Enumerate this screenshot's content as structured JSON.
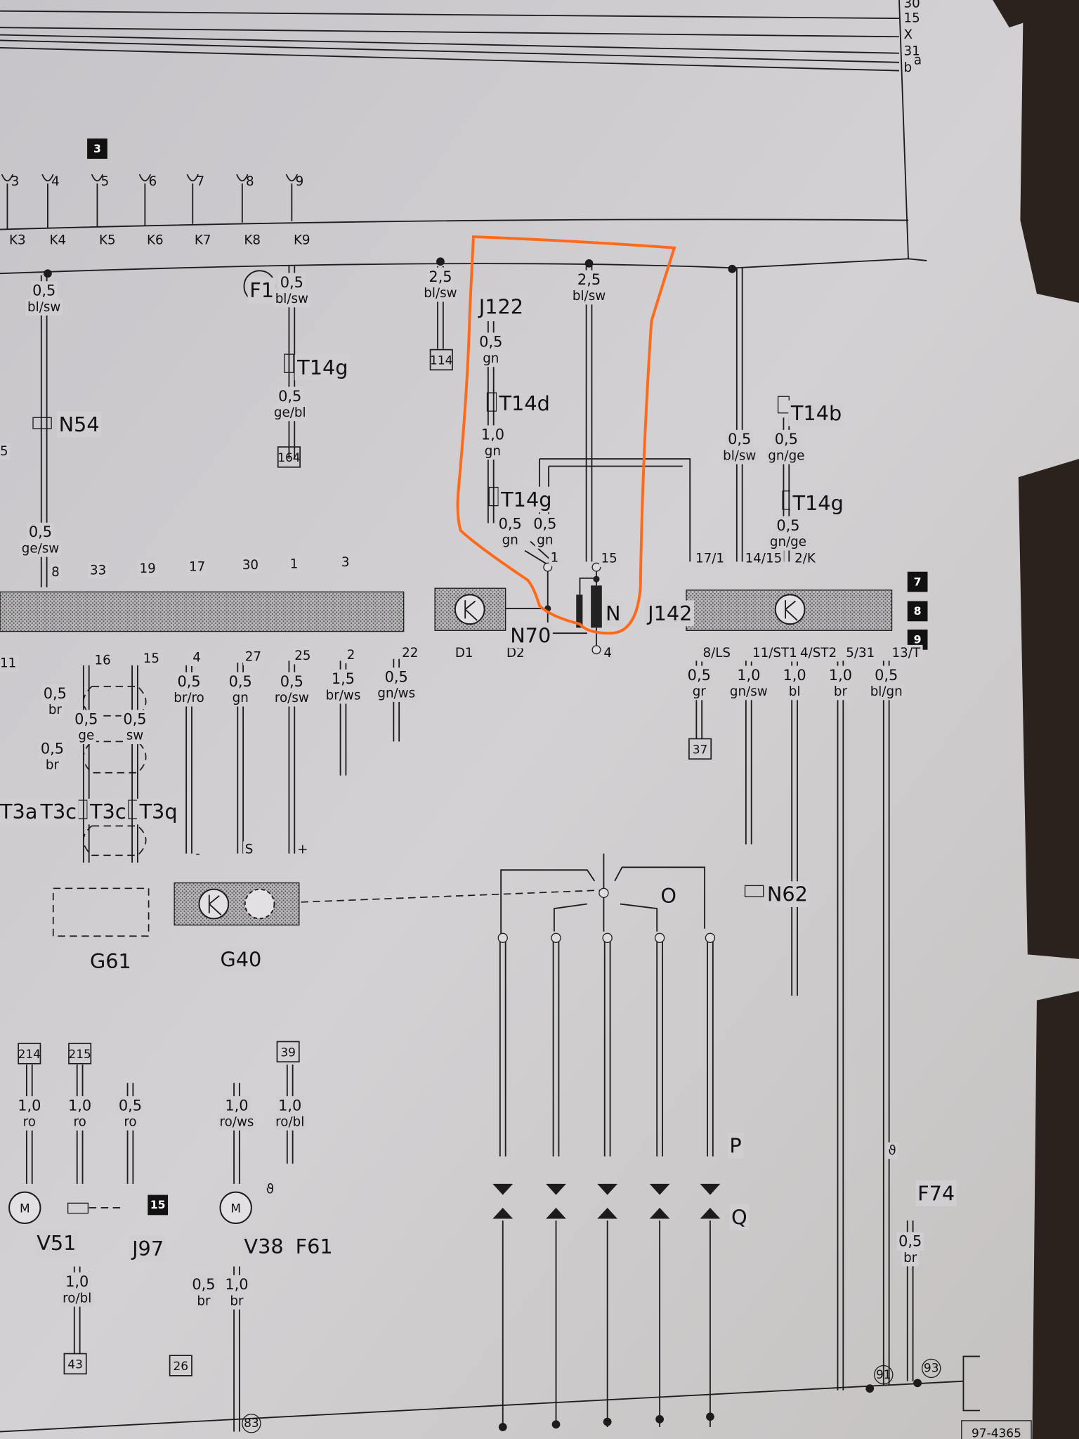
{
  "bus_terminals": [
    "30",
    "15",
    "X",
    "31",
    "b",
    "a"
  ],
  "sheet_markers": {
    "m3": "3",
    "m7": "7",
    "m8": "8",
    "m9": "9",
    "m15": "15"
  },
  "connectors_top": [
    "3",
    "4",
    "5",
    "6",
    "7",
    "8",
    "9"
  ],
  "k_labels": [
    "K3",
    "K4",
    "K5",
    "K6",
    "K7",
    "K8",
    "K9"
  ],
  "components": {
    "F1": "F1",
    "N54": "N54",
    "J122": "J122",
    "T14g_a": "T14g",
    "T14d": "T14d",
    "T14g_b": "T14g",
    "T14b": "T14b",
    "T14g_c": "T14g",
    "N": "N",
    "J142": "J142",
    "N70": "N70",
    "T3a": "T3a",
    "T3c_a": "T3c",
    "T3c_b": "T3c",
    "T3q": "T3q",
    "G61": "G61",
    "G40": "G40",
    "N62": "N62",
    "O": "O",
    "P": "P",
    "Q": "Q",
    "V51": "V51",
    "J97": "J97",
    "V38": "V38",
    "F61": "F61",
    "F74": "F74"
  },
  "wires": [
    {
      "size": "0,5",
      "color": "bl/sw"
    },
    {
      "size": "0,5",
      "color": "bl/sw"
    },
    {
      "size": "0,5",
      "color": "ge/bl"
    },
    {
      "size": "2,5",
      "color": "bl/sw"
    },
    {
      "size": "0,5",
      "color": "gn"
    },
    {
      "size": "1,0",
      "color": "gn"
    },
    {
      "size": "0,5",
      "color": "gn"
    },
    {
      "size": "0,5",
      "color": "gn"
    },
    {
      "size": "2,5",
      "color": "bl/sw"
    },
    {
      "size": "0,5",
      "color": "bl/sw"
    },
    {
      "size": "0,5",
      "color": "gn/ge"
    },
    {
      "size": "0,5",
      "color": "gn/ge"
    },
    {
      "size": "0,5",
      "color": "ge/sw"
    },
    {
      "size": "0,5",
      "color": "br/ro"
    },
    {
      "size": "0,5",
      "color": "gn"
    },
    {
      "size": "0,5",
      "color": "ro/sw"
    },
    {
      "size": "1,5",
      "color": "br/ws"
    },
    {
      "size": "0,5",
      "color": "gn/ws"
    },
    {
      "size": "0,5",
      "color": "br"
    },
    {
      "size": "0,5",
      "color": "ge"
    },
    {
      "size": "0,5",
      "color": "sw"
    },
    {
      "size": "0,5",
      "color": "br"
    },
    {
      "size": "0,5",
      "color": "gr"
    },
    {
      "size": "1,0",
      "color": "gn/sw"
    },
    {
      "size": "1,0",
      "color": "bl"
    },
    {
      "size": "1,0",
      "color": "br"
    },
    {
      "size": "0,5",
      "color": "bl/gn"
    },
    {
      "size": "1,0",
      "color": "ro"
    },
    {
      "size": "1,0",
      "color": "ro"
    },
    {
      "size": "0,5",
      "color": "ro"
    },
    {
      "size": "1,0",
      "color": "ro/ws"
    },
    {
      "size": "1,0",
      "color": "ro/bl"
    },
    {
      "size": "1,0",
      "color": "ro/bl"
    },
    {
      "size": "0,5",
      "color": "br"
    },
    {
      "size": "1,0",
      "color": "br"
    },
    {
      "size": "0,5",
      "color": "br"
    }
  ],
  "pins": [
    "8",
    "33",
    "19",
    "17",
    "30",
    "1",
    "3",
    "1",
    "15",
    "17/1",
    "14/15",
    "2/K",
    "16",
    "15",
    "4",
    "27",
    "25",
    "2",
    "22",
    "D1",
    "D2",
    "4",
    "8/LS",
    "11/ST1",
    "4/ST2",
    "5/31",
    "13/T",
    "-",
    "S",
    "+",
    "11",
    "5",
    "ϑ",
    "ϑ"
  ],
  "ref_boxes": [
    "164",
    "114",
    "37",
    "214",
    "215",
    "39",
    "43",
    "26"
  ],
  "circled_refs": [
    "83",
    "91",
    "93"
  ],
  "drawing_number": "97-4365",
  "colors": {
    "paper": "#cfcdd0",
    "ink": "#1c1c1c",
    "highlight": "#ff6a1a",
    "module": "#a9a7a9"
  }
}
